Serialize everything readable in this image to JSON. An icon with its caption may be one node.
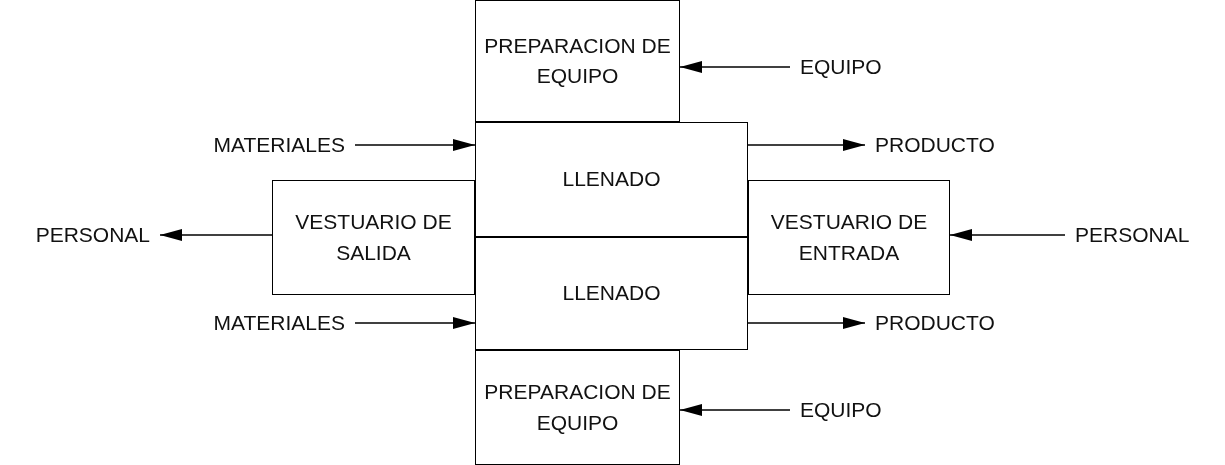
{
  "diagram": {
    "nodes": [
      {
        "text": [
          "PREPARACION DE EQUIPO"
        ]
      },
      {
        "text": [
          "EQUIPO"
        ]
      },
      {
        "text": [
          "MATERIALES"
        ]
      },
      {
        "text": [
          "LLENADO"
        ]
      },
      {
        "text": [
          "PRODUCTO"
        ]
      },
      {
        "text": [
          "PERSONAL"
        ]
      },
      {
        "text": [
          "VESTUARIO DE SALIDA"
        ]
      },
      {
        "text": [
          "VESTUARIO DE ENTRADA"
        ]
      },
      {
        "text": [
          "PERSONAL"
        ]
      },
      {
        "text": [
          "LLENADO"
        ]
      },
      {
        "text": [
          "MATERIALES"
        ]
      },
      {
        "text": [
          "PRODUCTO"
        ]
      },
      {
        "text": [
          "PREPARACION DE EQUIPO"
        ]
      },
      {
        "text": [
          "EQUIPO"
        ]
      }
    ],
    "edges": [
      {
        "from": 1,
        "to": 0,
        "arrow": "to"
      },
      {
        "from": 2,
        "to": 3,
        "arrow": "to"
      },
      {
        "from": 3,
        "to": 4,
        "arrow": "to"
      },
      {
        "from": 6,
        "to": 5,
        "arrow": "to"
      },
      {
        "from": 8,
        "to": 7,
        "arrow": "to"
      },
      {
        "from": 10,
        "to": 9,
        "arrow": "to"
      },
      {
        "from": 9,
        "to": 11,
        "arrow": "to"
      },
      {
        "from": 13,
        "to": 12,
        "arrow": "to"
      }
    ]
  }
}
